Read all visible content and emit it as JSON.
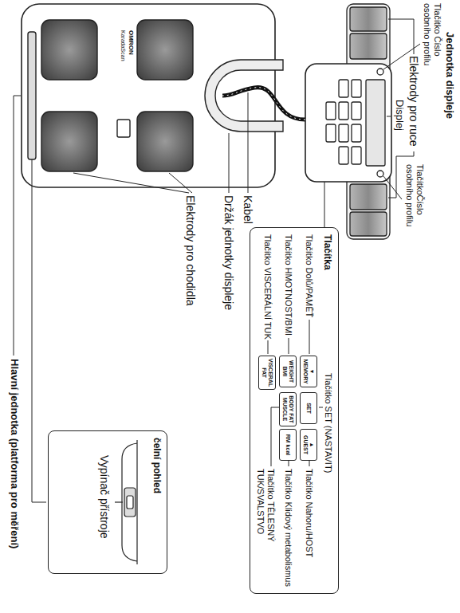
{
  "diagram": {
    "nodes": [
      {
        "text": [
          "Tlačítka",
          "Tlačítko SET (NASTAVIT)",
          "Tlačítko Dolů/PAMĚŤ",
          "Tlačítko HMOTNOST/BMI",
          "Tlačítko VISCERÁLNÍ TUK",
          "Tlačítko Nahoru/HOST",
          "Tlačítko Klidový metabolismus",
          "Tlačítko TĚLESNÝ TUK/SVALSTVO"
        ]
      },
      {
        "text": [
          "▼",
          "MEMORY"
        ],
        "in": 0
      },
      {
        "text": [
          "SET"
        ],
        "in": 0
      },
      {
        "text": [
          "▲",
          "GUEST"
        ],
        "in": 0
      },
      {
        "text": [
          "WEIGHT",
          "BMI"
        ],
        "in": 0
      },
      {
        "text": [
          "BODY FAT",
          "MUSCLE"
        ],
        "in": 0
      },
      {
        "text": [
          "RM kcal"
        ],
        "in": 0
      },
      {
        "text": [
          "VISCERAL",
          "FAT"
        ],
        "in": 0
      },
      {
        "text": [
          "čelní pohled",
          "Vypínač přístroje"
        ]
      }
    ],
    "labels": [
      "Jednotka displeje",
      "Tlačítko Číslo osobního profilu",
      "Elektrody pro ruce",
      "Displej",
      "TlačítkoČíslo osobního profilu",
      "Kabel",
      "Držák jednotky displeje",
      "Elektrody pro chodidla",
      "OMRON",
      "KaradaScan",
      "Hlavní jednotka (platforma pro měření)"
    ]
  }
}
